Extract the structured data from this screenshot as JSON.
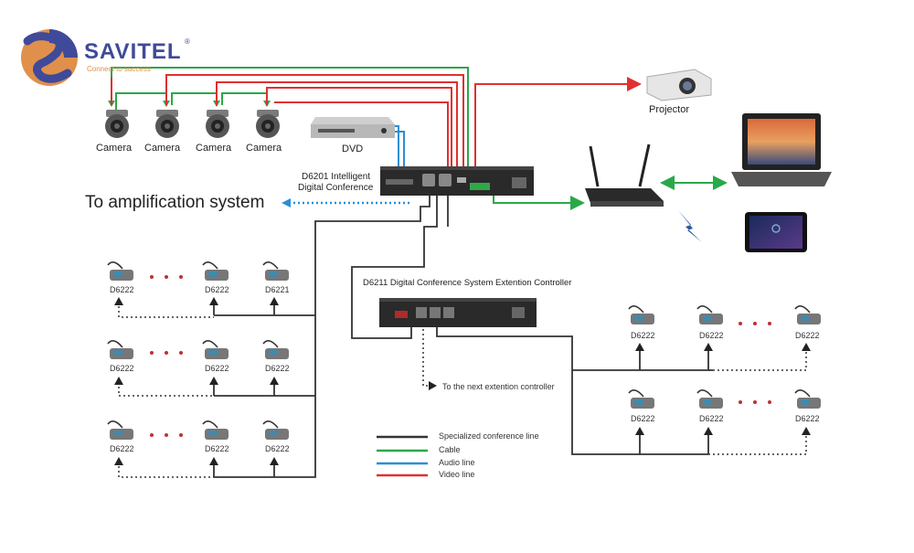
{
  "brand": {
    "name": "SAVITEL",
    "registered": "®",
    "tagline": "Connect to success"
  },
  "cameras": [
    "Camera",
    "Camera",
    "Camera",
    "Camera"
  ],
  "dvd": "DVD",
  "projector": "Projector",
  "main_unit": {
    "line1": "D6201 Intelligent",
    "line2": "Digital Conference"
  },
  "amplification": "To amplification system",
  "extension_controller": "D6211 Digital Conference System Extention Controller",
  "next_controller": "To the next extention controller",
  "left_units": [
    [
      "D6222",
      "D6222",
      "D6221"
    ],
    [
      "D6222",
      "D6222",
      "D6222"
    ],
    [
      "D6222",
      "D6222",
      "D6222"
    ]
  ],
  "right_units": [
    [
      "D6222",
      "D6222",
      "D6222"
    ],
    [
      "D6222",
      "D6222",
      "D6222"
    ]
  ],
  "legend": [
    {
      "label": "Specialized conference line",
      "color": "#333333"
    },
    {
      "label": "Cable",
      "color": "#2aa84a"
    },
    {
      "label": "Audio line",
      "color": "#2a8fd6"
    },
    {
      "label": "Video line",
      "color": "#e03030"
    }
  ],
  "colors": {
    "black_line": "#333333",
    "green_line": "#2aa84a",
    "blue_line": "#2a8fd6",
    "red_line": "#e03030",
    "logo_blue": "#3f4a9a",
    "logo_orange": "#e0904a"
  }
}
